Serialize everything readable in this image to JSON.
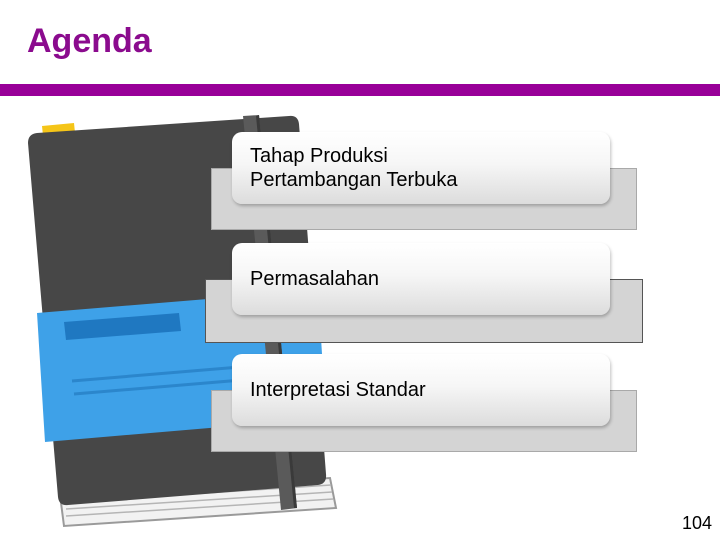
{
  "slide": {
    "title": "Agenda",
    "page_number": "104",
    "accent_color": "#990099",
    "items": [
      {
        "label": "Tahap Produksi\nPertambangan Terbuka"
      },
      {
        "label": "Permasalahan"
      },
      {
        "label": "Interpretasi Standar"
      }
    ],
    "illustration": "notebook-illustration"
  }
}
